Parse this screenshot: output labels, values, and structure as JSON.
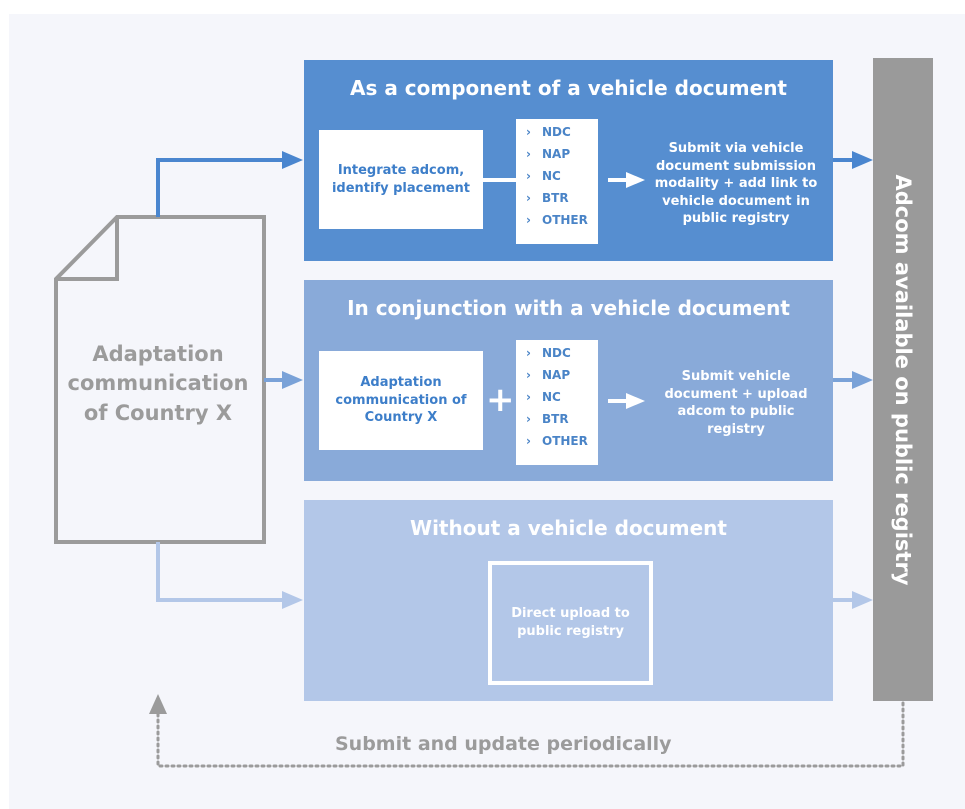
{
  "document": {
    "label": "Adaptation communication of Country X"
  },
  "paths": [
    {
      "title": "As a component of a vehicle document",
      "box": "Integrate adcom, identify placement",
      "docs": [
        "NDC",
        "NAP",
        "NC",
        "BTR",
        "OTHER"
      ],
      "description": "Submit via vehicle document submission modality + add link to vehicle document in public registry"
    },
    {
      "title": "In conjunction with a vehicle document",
      "box": "Adaptation communication of Country X",
      "plus": "+",
      "docs": [
        "NDC",
        "NAP",
        "NC",
        "BTR",
        "OTHER"
      ],
      "description": "Submit vehicle document + upload adcom to public registry"
    },
    {
      "title": "Without a vehicle document",
      "box": "Direct upload to public registry"
    }
  ],
  "registry": {
    "label": "Adcom available on public registry"
  },
  "feedback": {
    "label": "Submit and update periodically"
  },
  "colors": {
    "panel_dark": "#568ed0",
    "panel_mid": "#89aad9",
    "panel_light": "#b3c7e8",
    "registry_bar": "#9a9a9a",
    "document_outline": "#9b9b9b"
  },
  "icons": {
    "bullet": "chevron-right-icon"
  }
}
